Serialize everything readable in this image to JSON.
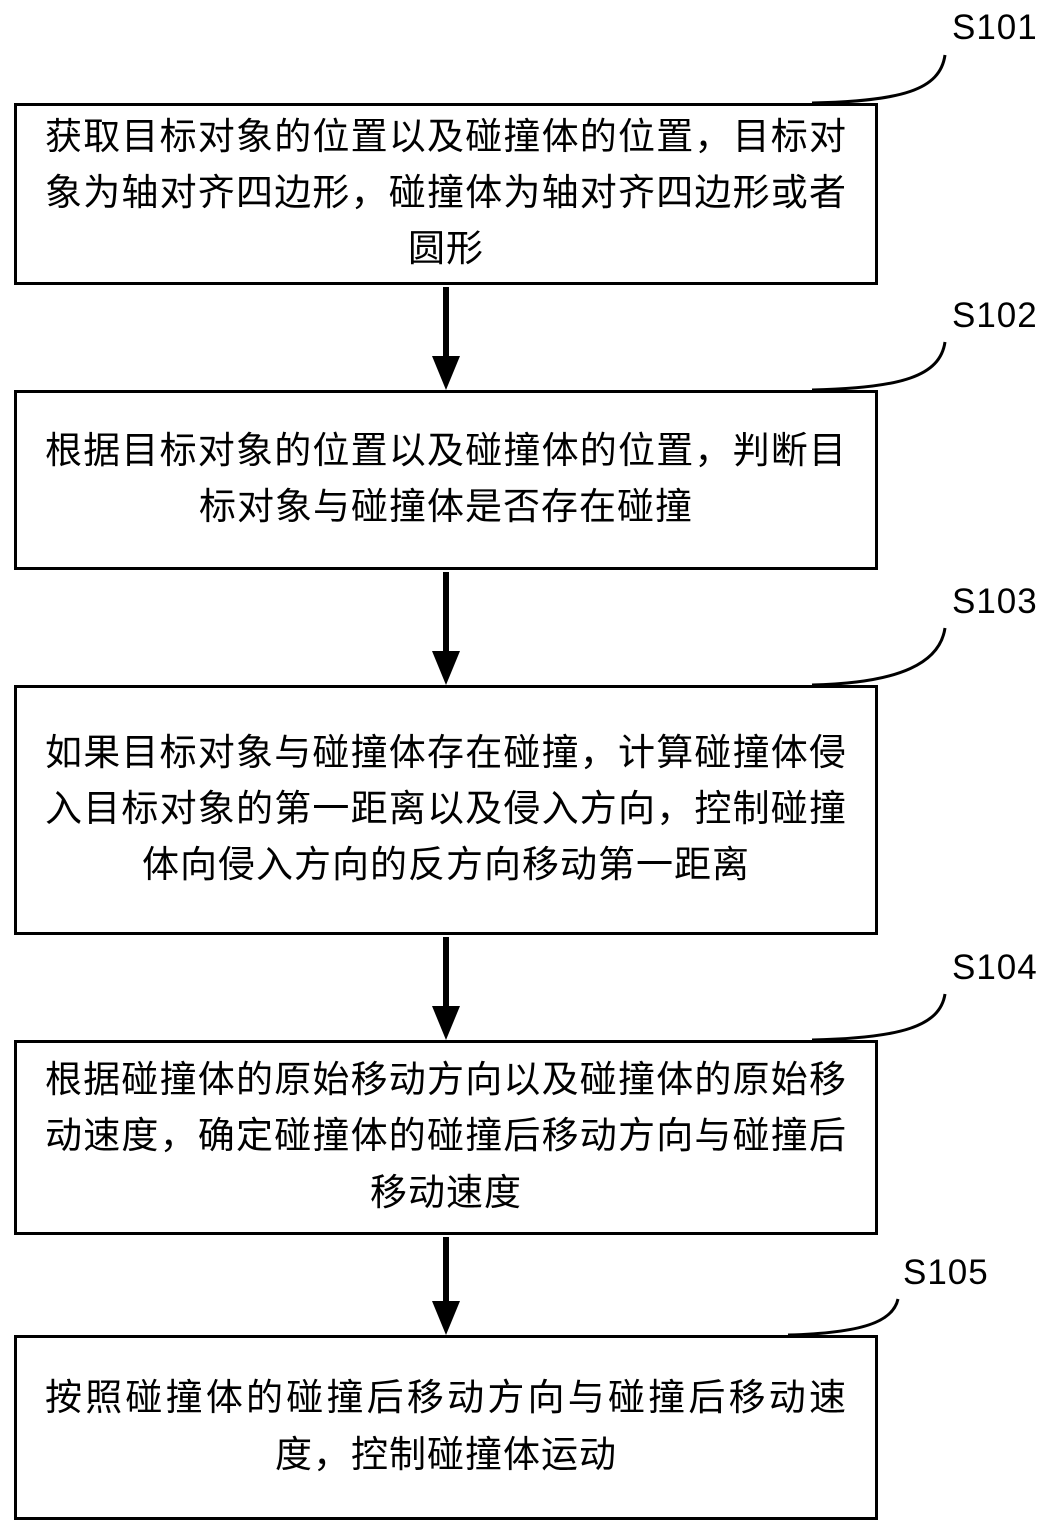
{
  "figure": {
    "type": "flowchart",
    "background": "#ffffff",
    "ink_color": "#000000"
  },
  "steps": [
    {
      "label": "S101",
      "text": "获取目标对象的位置以及碰撞体的位置，目标对象为轴对齐四边形，碰撞体为轴对齐四边形或者圆形"
    },
    {
      "label": "S102",
      "text": "根据目标对象的位置以及碰撞体的位置，判断目标对象与碰撞体是否存在碰撞"
    },
    {
      "label": "S103",
      "text": "如果目标对象与碰撞体存在碰撞，计算碰撞体侵入目标对象的第一距离以及侵入方向，控制碰撞体向侵入方向的反方向移动第一距离"
    },
    {
      "label": "S104",
      "text": "根据碰撞体的原始移动方向以及碰撞体的原始移动速度，确定碰撞体的碰撞后移动方向与碰撞后移动速度"
    },
    {
      "label": "S105",
      "text": "按照碰撞体的碰撞后移动方向与碰撞后移动速度，控制碰撞体运动"
    }
  ]
}
